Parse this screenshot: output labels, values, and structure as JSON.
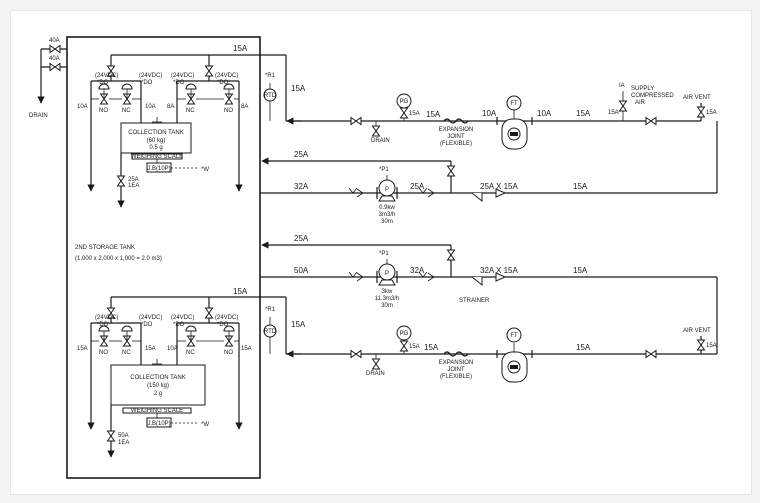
{
  "colors": {
    "line": "#1a1a1a",
    "background": "#ffffff",
    "frame_bg": "#f4f4f4"
  },
  "storage": {
    "title": "2ND STORAGE TANK",
    "dims": "(1,000 x 2,000 x 1,000 = 2.0 m3)"
  },
  "drain_branch": {
    "size_top": "40A",
    "size_bottom": "40A",
    "label": "DRAIN"
  },
  "top_unit": {
    "header_size": "15A",
    "valve_labels": {
      "v1": "(24VDC)",
      "v2": "(24VDC)",
      "v3": "(24VDC)",
      "v4": "(24VDC)",
      "do": "*DO"
    },
    "states": {
      "left": "NO",
      "mid1": "NC",
      "mid2": "NC",
      "right": "NO"
    },
    "pipe_sizes": {
      "a": "10A",
      "b": "10A",
      "c": "8A",
      "d": "8A"
    },
    "tank_title": "COLLECTION TANK",
    "tank_capacity": "(60 kg)",
    "tank_resolution": "0.5 g",
    "scale_label": "WEIGHING SCALE",
    "jb_label": "J.B(10P)",
    "w_tag": "*W",
    "outlet_size": "25A",
    "outlet_qty": "1EA",
    "rtd_tag": "*R1",
    "rtd_label": "RTD",
    "rtd_pipe": "15A"
  },
  "bottom_unit": {
    "header_size": "15A",
    "valve_labels": {
      "v1": "(24VDC)",
      "v2": "(24VDC)",
      "v3": "(24VDC)",
      "v4": "(24VDC)",
      "do": "*DO"
    },
    "states": {
      "left": "NO",
      "mid1": "NC",
      "mid2": "NC",
      "right": "NO"
    },
    "pipe_sizes": {
      "a": "15A",
      "b": "15A",
      "c": "10A",
      "d": "15A"
    },
    "tank_title": "COLLECTION TANK",
    "tank_capacity": "(150 kg)",
    "tank_resolution": "2 g",
    "scale_label": "WEIGHING SCALE",
    "jb_label": "J.B(10P)",
    "w_tag": "*W",
    "outlet_size": "50A",
    "outlet_qty": "1EA",
    "rtd_tag": "*R1",
    "rtd_label": "RTD",
    "rtd_pipe": "15A"
  },
  "line_top": {
    "drain": "DRAIN",
    "pg": "PG",
    "pg_size": "15A",
    "size_a": "15A",
    "exp_joint_1": "EXPANSION",
    "exp_joint_2": "JOINT",
    "exp_joint_3": "(FLEXIBLE)",
    "ft": "FT",
    "size_b": "10A",
    "size_c": "10A",
    "size_d": "15A",
    "ia": "IA",
    "supply_1": "SUPPLY",
    "supply_2": "COMPRESSED",
    "supply_3": "AIR",
    "ia_size": "15A",
    "air_vent": "AIR VENT",
    "vent_size": "15A"
  },
  "pump1": {
    "return_size": "25A",
    "suction_size": "32A",
    "tag": "*P1",
    "symbol": "P",
    "power": "0.9kw",
    "flow": "3m3/h",
    "head": "30m",
    "discharge_size": "25A",
    "reducer": "25A X 15A",
    "out_size": "15A"
  },
  "pump2": {
    "return_size": "25A",
    "suction_size": "50A",
    "tag": "*P1",
    "symbol": "P",
    "power": "3kw",
    "flow": "11.3m3/h",
    "head": "30m",
    "discharge_size": "32A",
    "reducer": "32A X 15A",
    "out_size": "15A",
    "strainer": "STRAINER"
  },
  "line_bottom": {
    "drain": "DRAIN",
    "pg": "PG",
    "pg_size": "15A",
    "size_a": "15A",
    "exp_joint_1": "EXPANSION",
    "exp_joint_2": "JOINT",
    "exp_joint_3": "(FLEXIBLE)",
    "ft": "FT",
    "size_b": "15A",
    "air_vent": "AIR VENT",
    "vent_size": "15A"
  }
}
